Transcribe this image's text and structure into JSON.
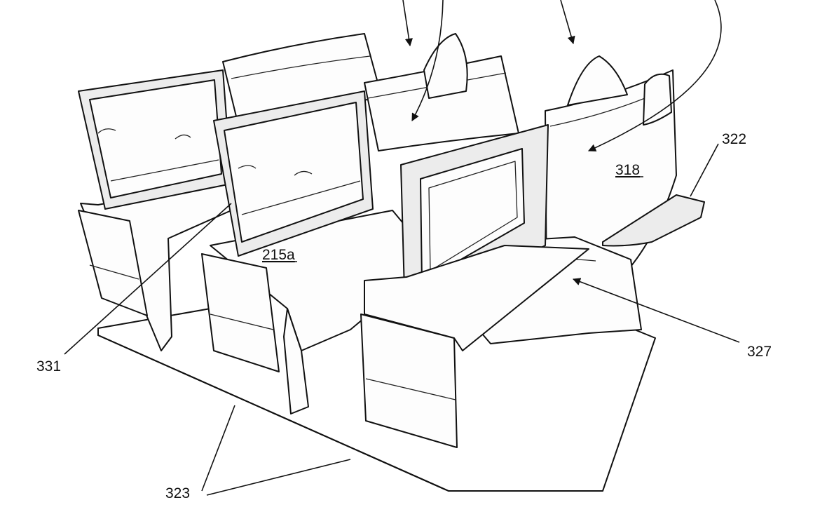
{
  "figure": {
    "labels": {
      "l331": "331",
      "l215a": "215a",
      "l318": "318",
      "l322": "322",
      "l327": "327",
      "l323": "323"
    }
  }
}
